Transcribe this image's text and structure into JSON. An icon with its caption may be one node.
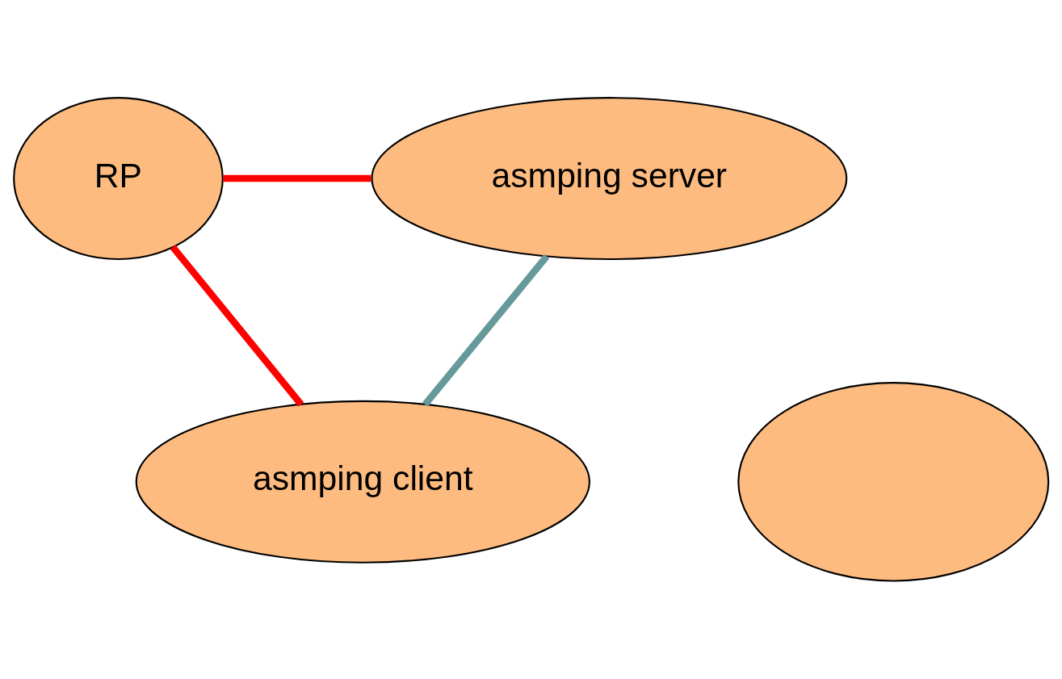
{
  "diagram": {
    "nodes": [
      {
        "text": [
          "RP"
        ]
      },
      {
        "text": [
          "asmping server"
        ]
      },
      {
        "text": [
          "asmping client"
        ]
      },
      {
        "text": [],
        "shape": "cloud"
      }
    ],
    "edges": [
      {
        "from": 2,
        "to": 0,
        "arrow": "none",
        "color": "#ff0000"
      },
      {
        "from": 0,
        "to": 1,
        "arrow": "none",
        "color": "#ff0000"
      },
      {
        "from": 2,
        "to": 1,
        "arrow": "none",
        "color": "#669999"
      }
    ]
  }
}
